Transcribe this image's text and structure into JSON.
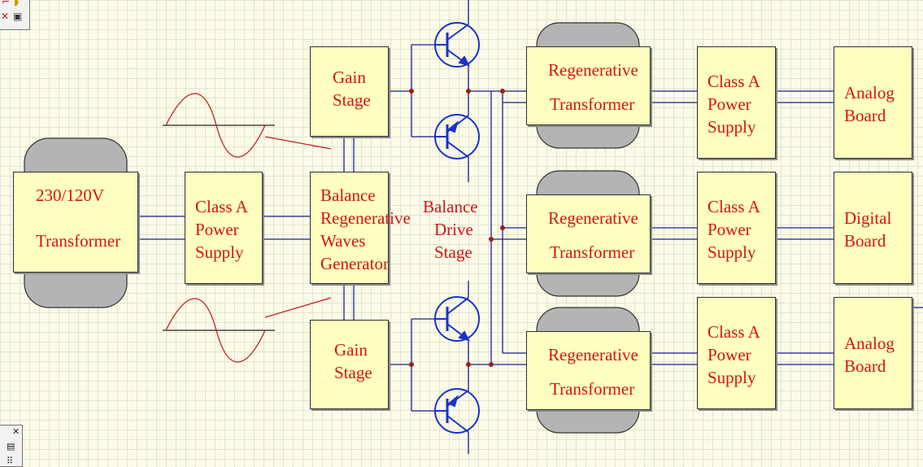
{
  "colors": {
    "label": "#d41313",
    "block": "#ffffc0",
    "wire": "#1f1f8f",
    "core": "#b4b4b4",
    "junction": "#9b1c1c",
    "transistor": "#1a33c8"
  },
  "icons": {
    "toolbar_top": [
      "cursor-icon",
      "folder-icon",
      "delete-icon",
      "properties-icon"
    ],
    "toolbar_bottom": [
      "close-icon",
      "grid-icon",
      "dots-icon"
    ]
  },
  "blocks": {
    "main_transformer": {
      "line1": "230/120V",
      "line2": "Transformer"
    },
    "psu_main": {
      "line1": "Class A",
      "line2": "Power",
      "line3": "Supply"
    },
    "gain_top": {
      "line1": "Gain",
      "line2": "Stage"
    },
    "gain_bottom": {
      "line1": "Gain",
      "line2": "Stage"
    },
    "generator": {
      "line1": "Balance",
      "line2": "Regenerative",
      "line3": "Waves",
      "line4": "Generator"
    },
    "drive_stage": {
      "line1": "Balance",
      "line2": "Drive",
      "line3": "Stage"
    },
    "regen_1": {
      "line1": "Regenerative",
      "line2": "Transformer"
    },
    "regen_2": {
      "line1": "Regenerative",
      "line2": "Transformer"
    },
    "regen_3": {
      "line1": "Regenerative",
      "line2": "Transformer"
    },
    "psu_1": {
      "line1": "Class A",
      "line2": "Power",
      "line3": "Supply"
    },
    "psu_2": {
      "line1": "Class A",
      "line2": "Power",
      "line3": "Supply"
    },
    "psu_3": {
      "line1": "Class A",
      "line2": "Power",
      "line3": "Supply"
    },
    "board_1": {
      "line1": "Analog",
      "line2": "Board"
    },
    "board_2": {
      "line1": "Digital",
      "line2": "Board"
    },
    "board_3": {
      "line1": "Analog",
      "line2": "Board"
    }
  }
}
